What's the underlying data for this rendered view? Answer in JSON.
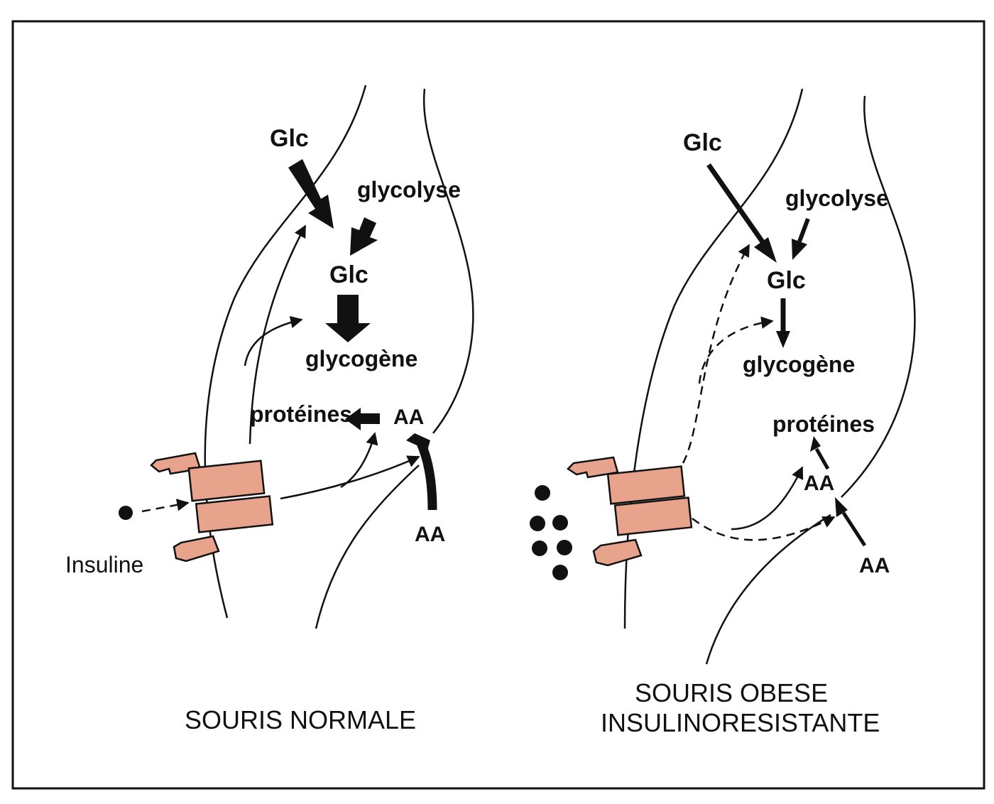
{
  "panels": {
    "normal": {
      "title": "SOURIS NORMALE",
      "labels": {
        "glc_top": "Glc",
        "glycolyse": "glycolyse",
        "glc_center": "Glc",
        "glycogene": "glycogène",
        "proteines": "protéines",
        "aa_in": "AA",
        "aa_out": "AA",
        "insuline": "Insuline"
      }
    },
    "obese": {
      "title_line1": "SOURIS OBESE",
      "title_line2": "INSULINORESISTANTE",
      "labels": {
        "glc_top": "Glc",
        "glycolyse": "glycolyse",
        "glc_center": "Glc",
        "glycogene": "glycogène",
        "proteines": "protéines",
        "aa_in": "AA",
        "aa_out": "AA"
      }
    }
  },
  "colors": {
    "receptor": "#e8a38d",
    "ink": "#111111",
    "background": "#ffffff"
  }
}
